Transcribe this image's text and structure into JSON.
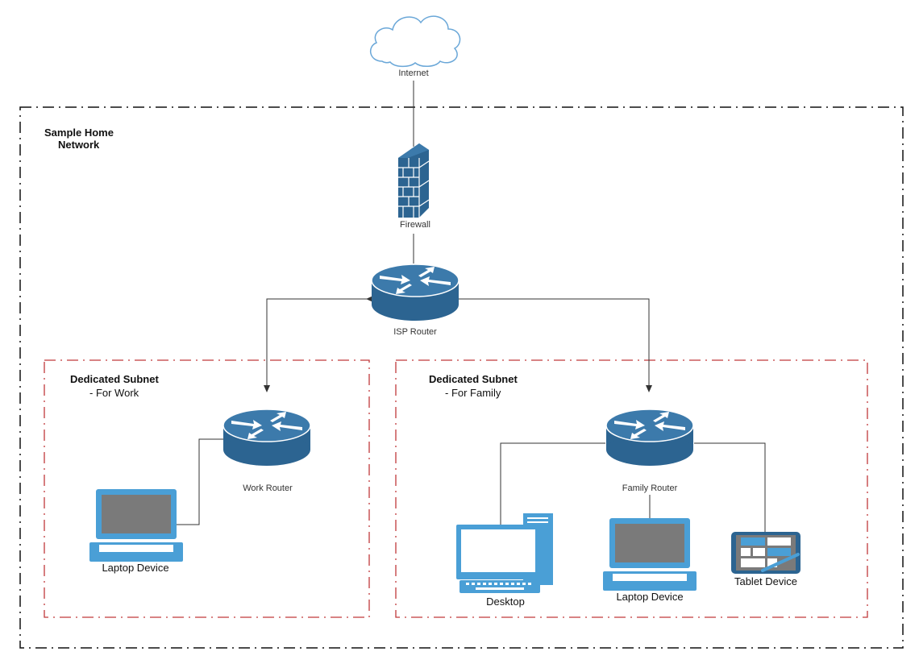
{
  "title_line1": "Sample Home",
  "title_line2": "Network",
  "nodes": {
    "internet": "Internet",
    "firewall": "Firewall",
    "isp_router": "ISP Router",
    "work_router": "Work Router",
    "family_router": "Family Router",
    "work_laptop": "Laptop Device",
    "desktop": "Desktop",
    "family_laptop": "Laptop Device",
    "tablet": "Tablet Device"
  },
  "subnets": {
    "work": {
      "line1": "Dedicated Subnet",
      "line2": "- For Work"
    },
    "family": {
      "line1": "Dedicated Subnet",
      "line2": "- For Family"
    }
  },
  "colors": {
    "router_fill": "#2c6491",
    "device_blue": "#4a9fd6",
    "screen_gray": "#7a7a7a",
    "outer_border": "#111111",
    "subnet_border": "#c0393b",
    "cloud_stroke": "#6aa7d8"
  }
}
